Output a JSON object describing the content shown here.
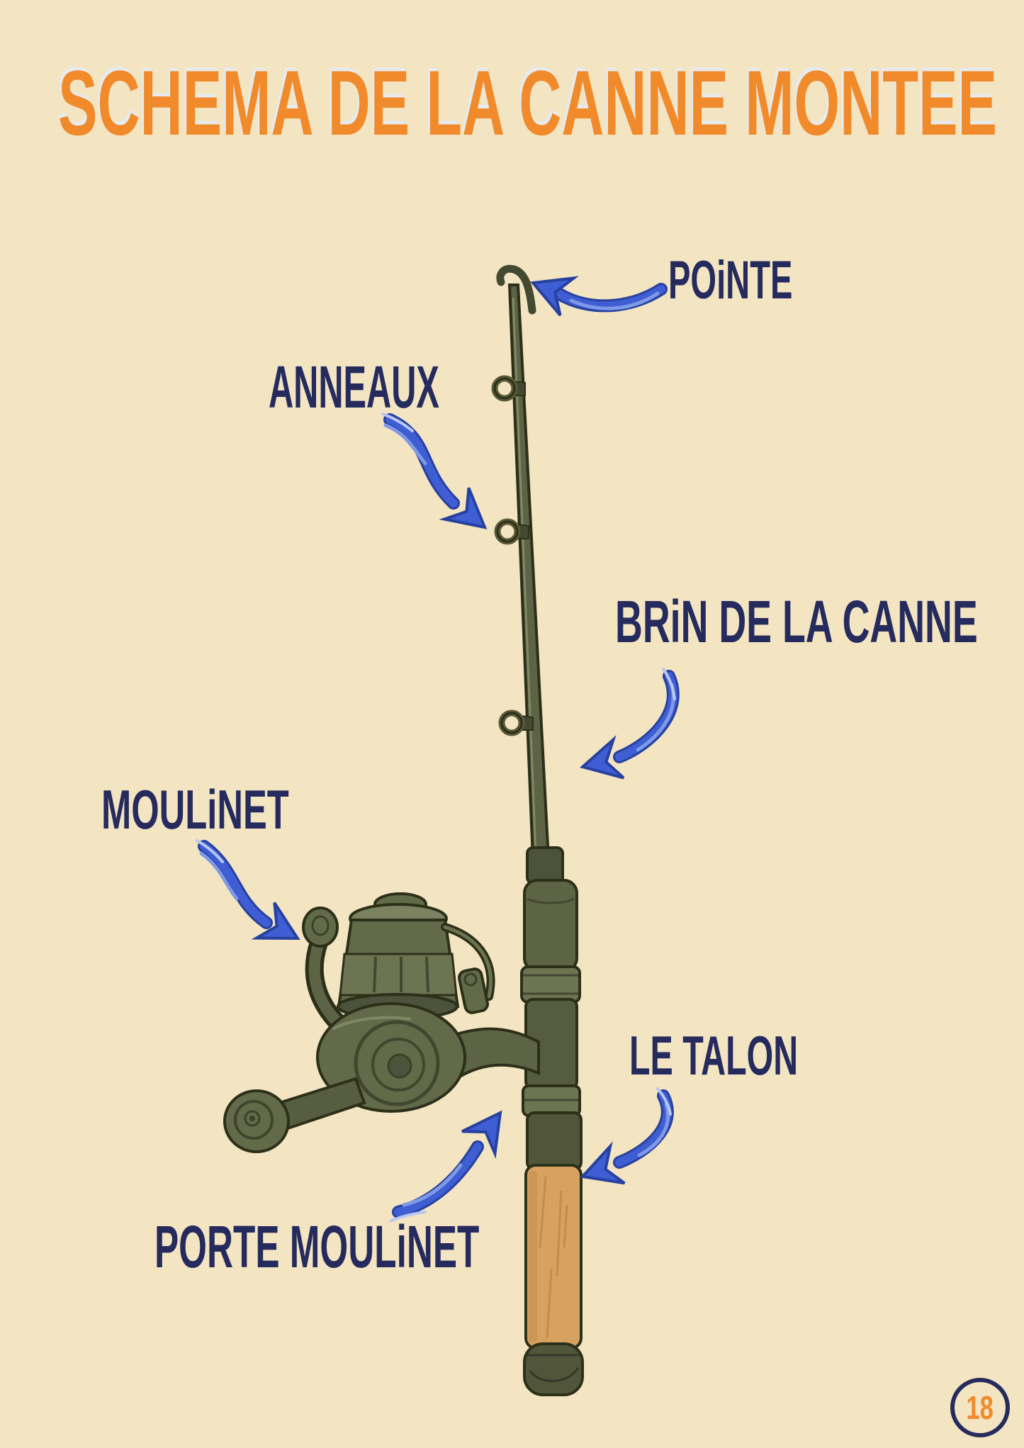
{
  "page": {
    "title": "SCHEMA DE LA CANNE MONTEE",
    "page_number": "18"
  },
  "diagram": {
    "subject_labels_language": "fr",
    "labels": [
      {
        "id": "pointe",
        "text": "POiNTE"
      },
      {
        "id": "anneaux",
        "text": "ANNEAUX"
      },
      {
        "id": "brin-de-la-canne",
        "text": "BRiN DE LA CANNE"
      },
      {
        "id": "moulinet",
        "text": "MOULiNET"
      },
      {
        "id": "le-talon",
        "text": "LE TALON"
      },
      {
        "id": "porte-moulinet",
        "text": "PORTE MOULiNET"
      }
    ]
  },
  "colors": {
    "background": "#f3e4c2",
    "title": "#f18a2b",
    "label": "#262b5e",
    "arrow_main": "#3f5ed4",
    "arrow_dark": "#27419f",
    "arrow_light": "#7e99e6",
    "rod_outline": "#2c3019",
    "rod_olive": "#5d6345",
    "cork": "#d7a160",
    "badge_ring": "#262b5e",
    "badge_number": "#f18a2b"
  }
}
